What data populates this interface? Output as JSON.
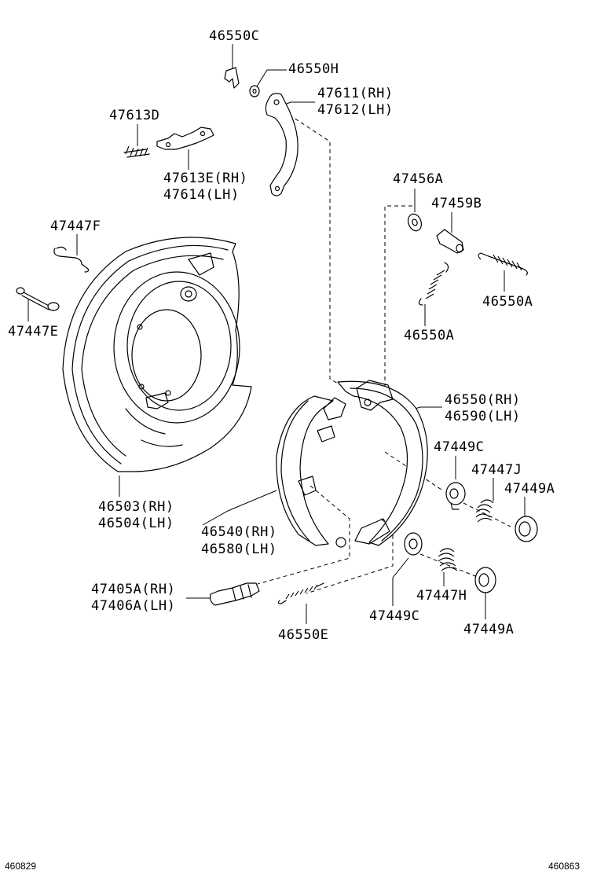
{
  "labels": {
    "l_46550C": "46550C",
    "l_46550H": "46550H",
    "l_47611": "47611(RH)",
    "l_47612": "47612(LH)",
    "l_47613D": "47613D",
    "l_47613E": "47613E(RH)",
    "l_47614": "47614(LH)",
    "l_47456A": "47456A",
    "l_47459B": "47459B",
    "l_47447F": "47447F",
    "l_46550A_r": "46550A",
    "l_46550A_c": "46550A",
    "l_47447E": "47447E",
    "l_46550": "46550(RH)",
    "l_46590": "46590(LH)",
    "l_47449C_t": "47449C",
    "l_47447J": "47447J",
    "l_47449A_t": "47449A",
    "l_46503": "46503(RH)",
    "l_46504": "46504(LH)",
    "l_46540": "46540(RH)",
    "l_46580": "46580(LH)",
    "l_47405A": "47405A(RH)",
    "l_47406A": "47406A(LH)",
    "l_47447H": "47447H",
    "l_47449C_b": "47449C",
    "l_47449A_b": "47449A",
    "l_46550E": "46550E"
  },
  "footer": {
    "left_code": "460829",
    "right_code": "460863"
  }
}
